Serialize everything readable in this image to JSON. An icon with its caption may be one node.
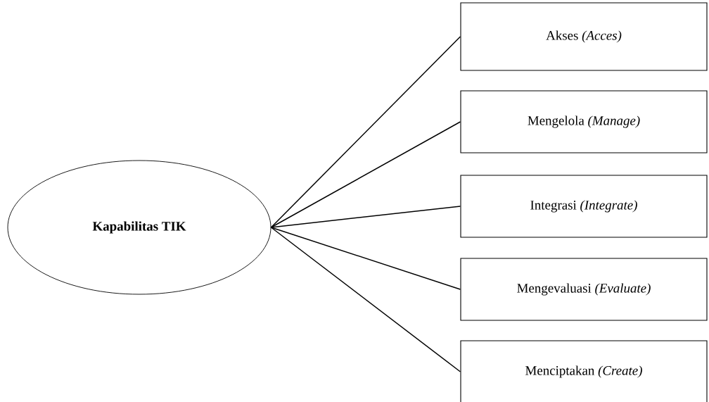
{
  "diagram": {
    "nodes": [
      {
        "text": [
          "Kapabilitas TIK"
        ]
      },
      {
        "text": [
          "Akses *(Acces)*"
        ]
      },
      {
        "text": [
          "Mengelola *(Manage)*"
        ]
      },
      {
        "text": [
          "Integrasi *(Integrate)*"
        ]
      },
      {
        "text": [
          "Mengevaluasi *(Evaluate)*"
        ]
      },
      {
        "text": [
          "Menciptakan *(Create)*"
        ]
      }
    ],
    "edges": [
      {
        "from": 0,
        "to": 1,
        "arrow": "none"
      },
      {
        "from": 0,
        "to": 2,
        "arrow": "none"
      },
      {
        "from": 0,
        "to": 3,
        "arrow": "none"
      },
      {
        "from": 0,
        "to": 4,
        "arrow": "none"
      },
      {
        "from": 0,
        "to": 5,
        "arrow": "none"
      }
    ]
  }
}
